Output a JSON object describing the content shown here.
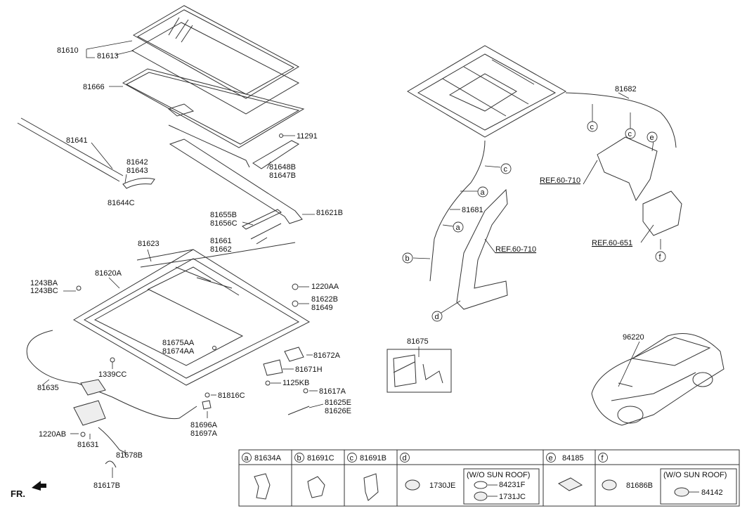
{
  "labels": {
    "p81610": "81610",
    "p81613": "81613",
    "p81666": "81666",
    "p11291": "11291",
    "p81641": "81641",
    "p81642": "81642",
    "p81643": "81643",
    "p81644C": "81644C",
    "p81648B": "81648B",
    "p81647B": "81647B",
    "p81621B": "81621B",
    "p81655B": "81655B",
    "p81656C": "81656C",
    "p81661": "81661",
    "p81662": "81662",
    "p81623": "81623",
    "p81620A": "81620A",
    "p1243BA": "1243BA",
    "p1243BC": "1243BC",
    "p1220AA": "1220AA",
    "p81622B": "81622B",
    "p81649": "81649",
    "p81675AA": "81675AA",
    "p81674AA": "81674AA",
    "p81672A": "81672A",
    "p81671H": "81671H",
    "p1339CC": "1339CC",
    "p1125KB": "1125KB",
    "p81635": "81635",
    "p81617A": "81617A",
    "p81816C": "81816C",
    "p81625E": "81625E",
    "p81626E": "81626E",
    "p1220AB": "1220AB",
    "p81631": "81631",
    "p81696A": "81696A",
    "p81697A": "81697A",
    "p81678B": "81678B",
    "p81617B": "81617B",
    "fr": "FR.",
    "p81682": "81682",
    "ref60710a": "REF.60-710",
    "ref60710b": "REF.60-710",
    "ref60651": "REF.60-651",
    "p81681": "81681",
    "p81675": "81675",
    "p96220": "96220"
  },
  "callouts": {
    "a": "a",
    "b": "b",
    "c": "c",
    "d": "d",
    "e": "e",
    "f": "f"
  },
  "legend": {
    "a_part": "81634A",
    "b_part": "81691C",
    "c_part": "81691B",
    "d_part": "1730JE",
    "d_note": "(W/O SUN ROOF)",
    "d_sub1": "84231F",
    "d_sub2": "1731JC",
    "e_part": "84185",
    "f_part": "81686B",
    "f_note": "(W/O SUN ROOF)",
    "f_sub1": "84142"
  }
}
